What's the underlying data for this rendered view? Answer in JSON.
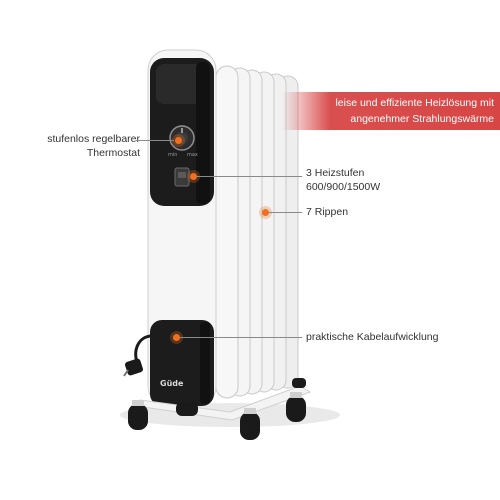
{
  "banner": {
    "line1": "leise und effiziente Heizlösung mit",
    "line2": "angenehmer Strahlungswärme"
  },
  "labels": {
    "thermostat": {
      "line1": "stufenlos regelbarer",
      "line2": "Thermostat"
    },
    "heat_levels": {
      "line1": "3 Heizstufen",
      "line2": "600/900/1500W"
    },
    "ribs": "7 Rippen",
    "cable": "praktische Kabelaufwicklung"
  },
  "brand_logo_text": "Güde",
  "colors": {
    "accent_dot": "#f07020",
    "banner": "#d84545",
    "heater_body": "#f6f6f6",
    "control_panel": "#1c1c1c"
  }
}
